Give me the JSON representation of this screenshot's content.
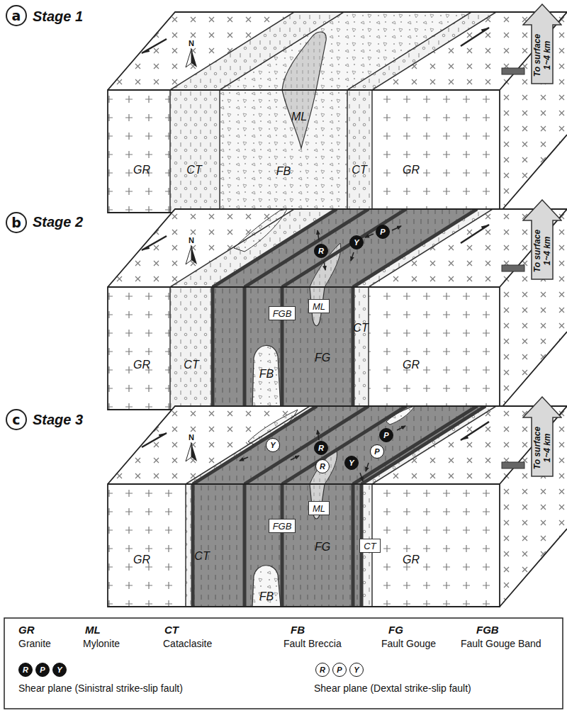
{
  "diagram": {
    "nodes": [
      {
        "text": [
          "a"
        ]
      },
      {
        "text": [
          "To surface 1~4 km"
        ]
      },
      {
        "text": [
          "b"
        ]
      },
      {
        "text": [
          "R"
        ]
      },
      {
        "text": [
          "Y"
        ]
      },
      {
        "text": [
          "P"
        ]
      },
      {
        "text": [
          "FGB"
        ]
      },
      {
        "text": [
          "ML"
        ]
      },
      {
        "text": [
          "To surface 1~4 km"
        ]
      },
      {
        "text": [
          "c"
        ]
      },
      {
        "text": [
          "P"
        ]
      },
      {
        "text": [
          "Y"
        ]
      },
      {
        "text": [
          "R"
        ]
      },
      {
        "text": [
          "P"
        ]
      },
      {
        "text": [
          "Y"
        ]
      },
      {
        "text": [
          "R"
        ]
      },
      {
        "text": [
          "ML"
        ]
      },
      {
        "text": [
          "FGB"
        ]
      },
      {
        "text": [
          "CT"
        ]
      },
      {
        "text": [
          "To surface 1~4 km"
        ]
      },
      {
        "text": [
          "R"
        ]
      },
      {
        "text": [
          "P"
        ]
      },
      {
        "text": [
          "Y"
        ]
      },
      {
        "text": [
          "R"
        ]
      },
      {
        "text": [
          "P"
        ]
      },
      {
        "text": [
          "Y"
        ]
      }
    ],
    "labels": [
      "Stage 1",
      "N",
      "GR",
      "CT",
      "FB",
      "ML",
      "CT",
      "GR",
      "Stage 2",
      "N",
      "GR",
      "CT",
      "FB",
      "FG",
      "CT",
      "GR",
      "Stage 3",
      "N",
      "GR",
      "CT",
      "FB",
      "FG",
      "GR",
      "GR",
      "ML",
      "CT",
      "FB",
      "FG",
      "FGB"
    ],
    "legend": [
      {
        "text": "Granite"
      },
      {
        "text": "Mylonite"
      },
      {
        "text": "Cataclasite"
      },
      {
        "text": "Fault Breccia"
      },
      {
        "text": "Fault Gouge"
      },
      {
        "text": "Fault Gouge Band"
      },
      {
        "text": "Shear plane (Sinistral strike-slip fault)"
      },
      {
        "text": "Shear plane (Dextal strike-slip fault)"
      }
    ]
  }
}
